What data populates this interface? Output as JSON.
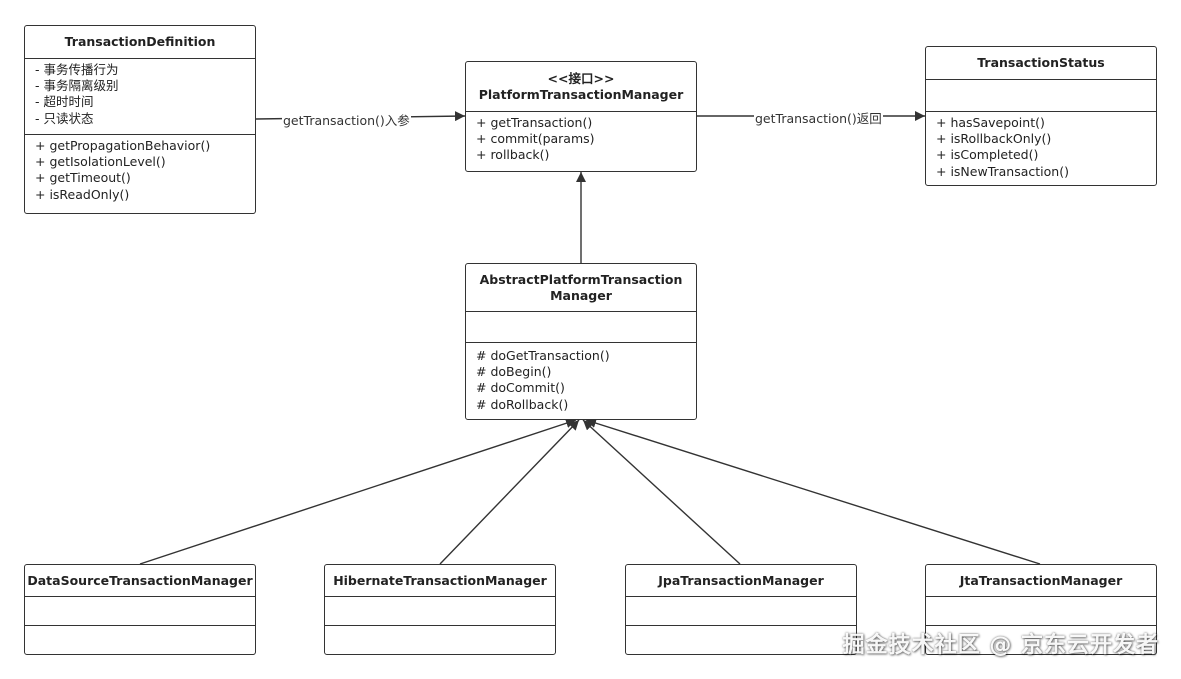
{
  "colors": {
    "line": "#333333",
    "background": "#ffffff",
    "text": "#222222"
  },
  "classes": {
    "definition": {
      "name": "TransactionDefinition",
      "attributes": [
        "- 事务传播行为",
        "- 事务隔离级别",
        "- 超时时间",
        "- 只读状态"
      ],
      "methods": [
        "+ getPropagationBehavior()",
        "+ getIsolationLevel()",
        "+ getTimeout()",
        "+ isReadOnly()"
      ]
    },
    "platform": {
      "stereotype": "<<接口>>",
      "name": "PlatformTransactionManager",
      "methods": [
        "+ getTransaction()",
        "+ commit(params)",
        "+ rollback()"
      ]
    },
    "status": {
      "name": "TransactionStatus",
      "methods": [
        "+ hasSavepoint()",
        "+ isRollbackOnly()",
        "+ isCompleted()",
        "+ isNewTransaction()"
      ]
    },
    "abstract": {
      "name": "AbstractPlatformTransactionManager",
      "methods": [
        "# doGetTransaction()",
        "# doBegin()",
        "# doCommit()",
        "# doRollback()"
      ]
    },
    "datasource": {
      "name": "DataSourceTransactionManager"
    },
    "hibernate": {
      "name": "HibernateTransactionManager"
    },
    "jpa": {
      "name": "JpaTransactionManager"
    },
    "jta": {
      "name": "JtaTransactionManager"
    }
  },
  "edges": {
    "param_label": "getTransaction()入参",
    "return_label": "getTransaction()返回"
  },
  "watermark": "掘金技术社区 @ 京东云开发者"
}
